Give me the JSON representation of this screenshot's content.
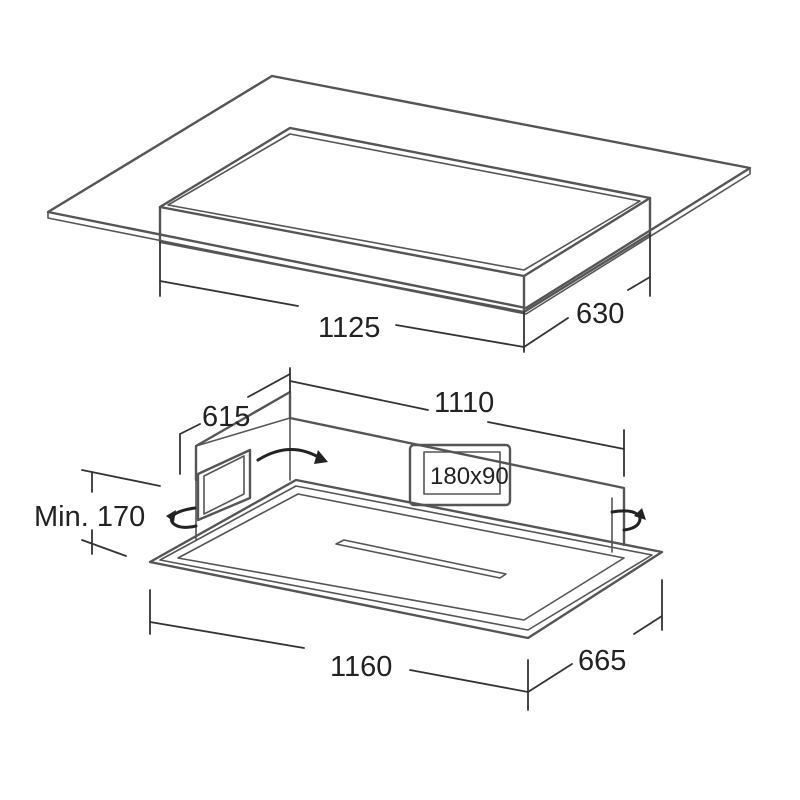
{
  "drawing": {
    "top_unit": {
      "width_label": "1125",
      "depth_label": "630"
    },
    "bottom_unit": {
      "body_depth_label": "615",
      "body_width_label": "1110",
      "height_label": "Min. 170",
      "panel_width_label": "1160",
      "panel_depth_label": "665",
      "outlet_label": "180x90"
    },
    "colors": {
      "line": "#555555",
      "dimension": "#333333",
      "text": "#222222"
    },
    "icons": [
      "rotate-arrow-icon"
    ]
  }
}
